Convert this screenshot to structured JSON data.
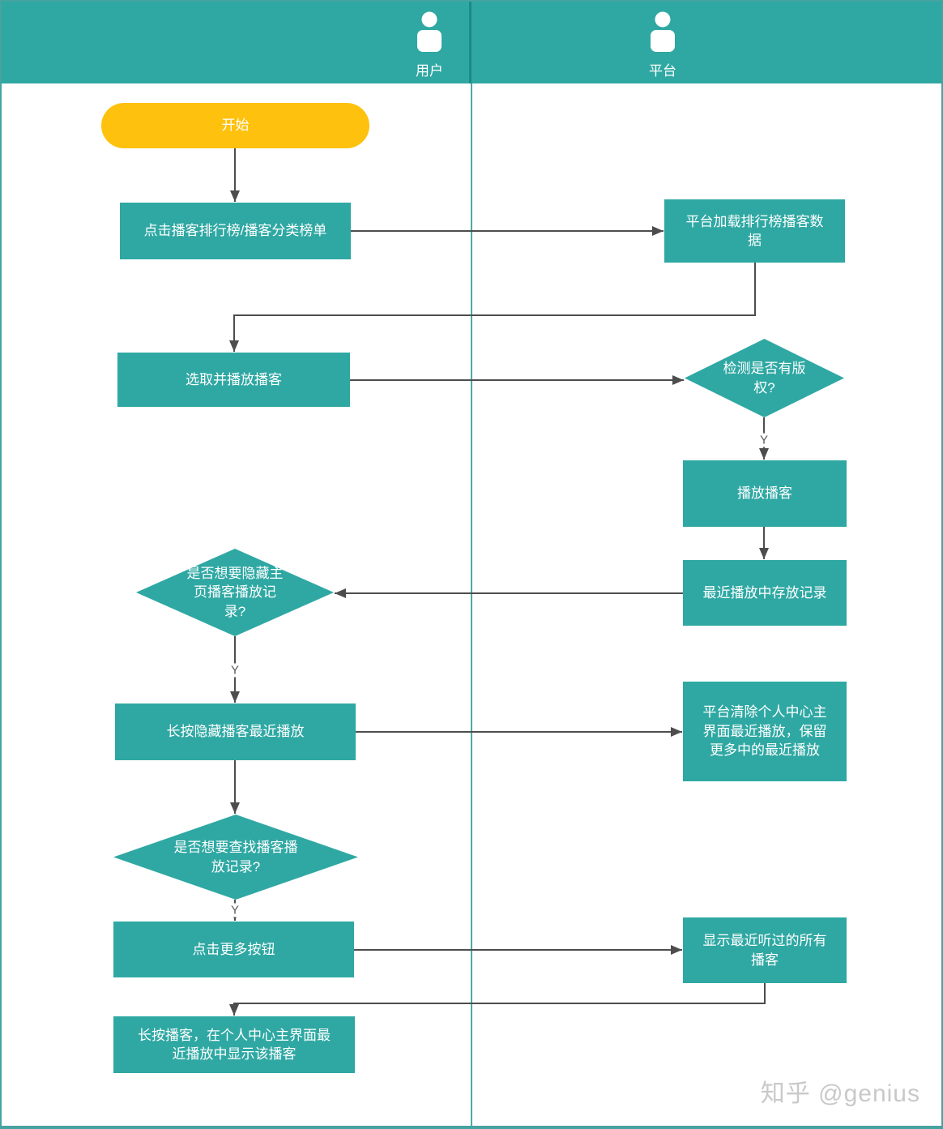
{
  "header": {
    "lanes": [
      {
        "label": "用户",
        "icon": "person-icon"
      },
      {
        "label": "平台",
        "icon": "person-icon"
      }
    ]
  },
  "nodes": {
    "start": {
      "type": "terminator",
      "label": "开始"
    },
    "u1": {
      "type": "process",
      "label": "点击播客排行榜/播客分类榜单"
    },
    "p1": {
      "type": "process",
      "label": "平台加载排行榜播客数\n据"
    },
    "u2": {
      "type": "process",
      "label": "选取并播放播客"
    },
    "d1": {
      "type": "decision",
      "label": "检测是否有版\n权?"
    },
    "p2": {
      "type": "process",
      "label": "播放播客"
    },
    "p3": {
      "type": "process",
      "label": "最近播放中存放记录"
    },
    "d2": {
      "type": "decision",
      "label": "是否想要隐藏主\n页播客播放记\n录?"
    },
    "u3": {
      "type": "process",
      "label": "长按隐藏播客最近播放"
    },
    "p4": {
      "type": "process",
      "label": "平台清除个人中心主\n界面最近播放，保留\n更多中的最近播放"
    },
    "d3": {
      "type": "decision",
      "label": "是否想要查找播客播\n放记录?"
    },
    "u4": {
      "type": "process",
      "label": "点击更多按钮"
    },
    "p5": {
      "type": "process",
      "label": "显示最近听过的所有\n播客"
    },
    "u5": {
      "type": "process",
      "label": "长按播客，在个人中心主界面最\n近播放中显示该播客"
    }
  },
  "edge_labels": {
    "d1_yes": "Y",
    "d2_yes": "Y",
    "d3_yes": "Y"
  },
  "watermark": "知乎 @genius",
  "colors": {
    "shape_teal": "#2fa8a3",
    "start_yellow": "#fec10d",
    "connector_gray": "#4d4d4d",
    "watermark_gray": "#c9c9c9"
  }
}
